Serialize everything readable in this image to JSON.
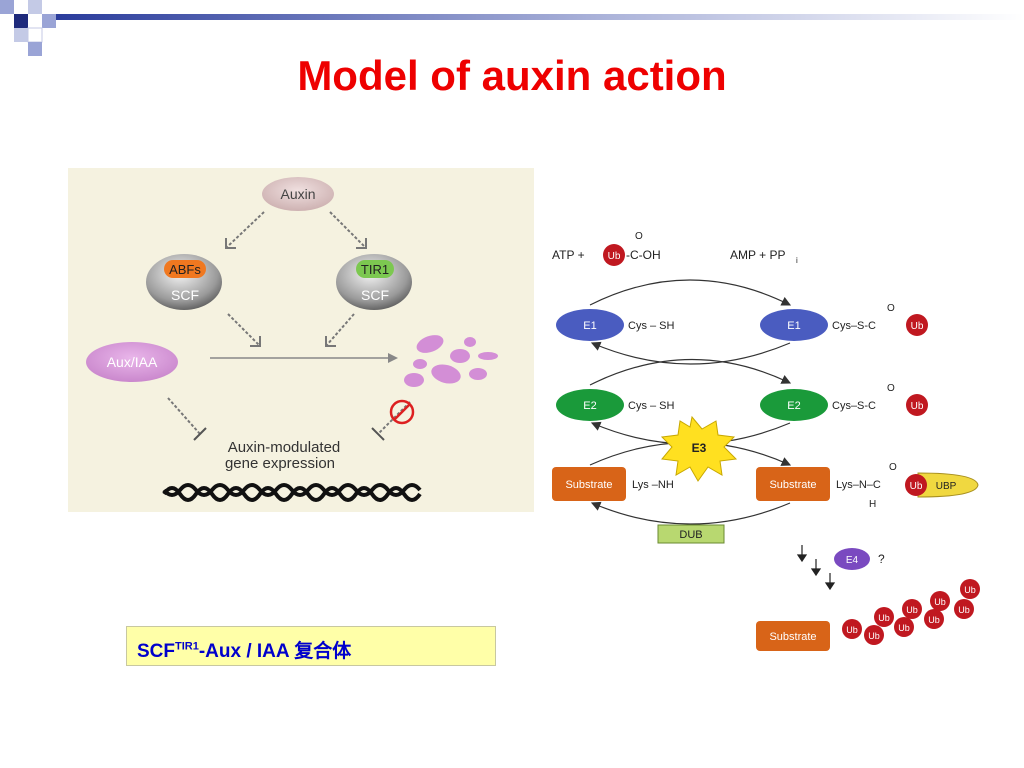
{
  "slide": {
    "title": "Model of auxin action",
    "caption": {
      "main": "SCF",
      "superscript": "TIR1",
      "rest": "-Aux / IAA 复合体"
    }
  },
  "auxin_model": {
    "auxin": "Auxin",
    "abfs": "ABFs",
    "tir1": "TIR1",
    "scf_left": "SCF",
    "scf_right": "SCF",
    "aux_iaa": "Aux/IAA",
    "gene_line1": "Auxin-modulated",
    "gene_line2": "gene expression"
  },
  "ubiquitin_cascade": {
    "atp_label": "ATP +",
    "ub": "Ub",
    "cooh": "-C-OH",
    "amp_label": "AMP + PP",
    "amp_sub": "i",
    "e1": "E1",
    "e2": "E2",
    "e3": "E3",
    "e4": "E4",
    "question": "?",
    "cys_sh": "Cys – SH",
    "cys_s_c": "Cys–S-C",
    "substrate": "Substrate",
    "lys_nh2": "Lys –NH",
    "lys_n_c": "Lys–N–C",
    "h_label": "H",
    "ubp": "UBP",
    "dub": "DUB",
    "o_label": "O"
  },
  "colors": {
    "title": "#ee0000",
    "caption_text": "#0000cc",
    "caption_bg": "#ffffa8",
    "e1": "#4a5cc0",
    "e2": "#1a9a3a",
    "e3": "#ffe020",
    "e4": "#7a4ac0",
    "substrate": "#d86418",
    "ub": "#c01820",
    "dub": "#b8d870",
    "ubp": "#f0d840",
    "aux_iaa_blob": "#d38ed6",
    "abfs_badge": "#f07820",
    "tir1_badge": "#7cc850"
  }
}
